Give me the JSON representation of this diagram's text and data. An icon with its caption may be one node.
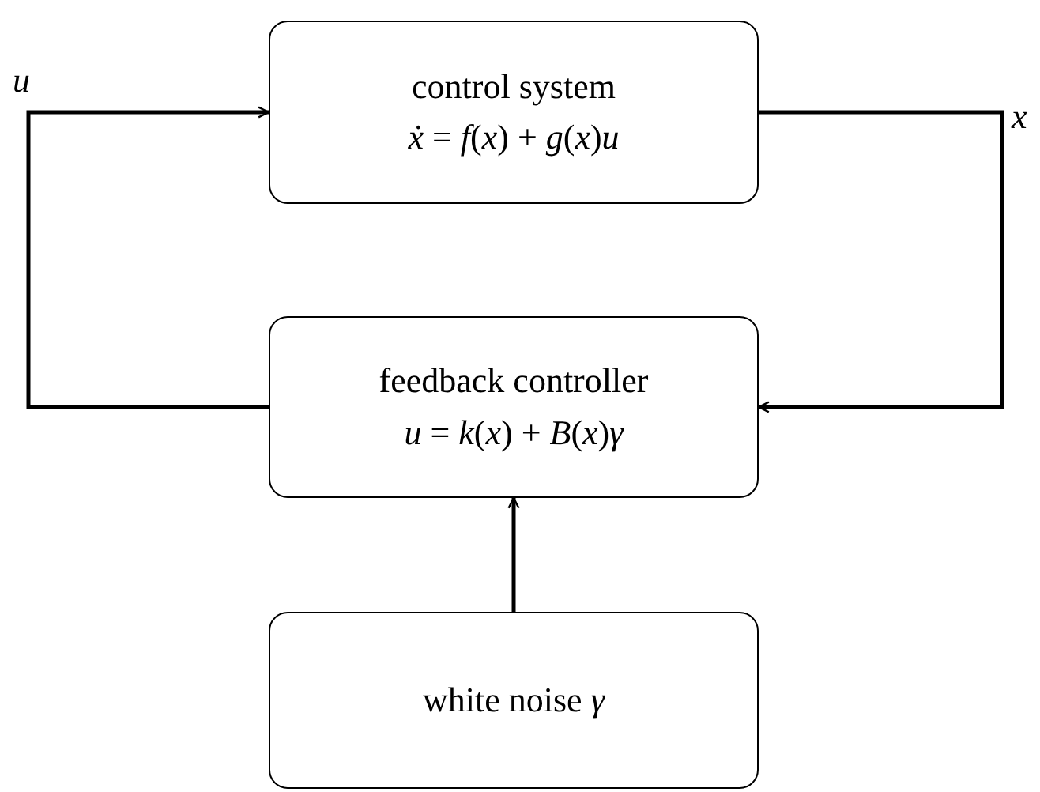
{
  "diagram": {
    "nodes": [
      {
        "text": [
          "control system",
          "*ẋ* = *f*(*x*) + *g*(*x*)*u*"
        ]
      },
      {
        "text": [
          "feedback controller",
          "*u* = *k*(*x*) + *B*(*x*)*γ*"
        ]
      },
      {
        "text": [
          "white noise *γ*"
        ]
      }
    ],
    "edges": [
      {
        "from": 1,
        "to": 0,
        "arrow": "to",
        "label": "*u*"
      },
      {
        "from": 0,
        "to": 1,
        "arrow": "to",
        "label": "*x*"
      },
      {
        "from": 2,
        "to": 1,
        "arrow": "to"
      }
    ]
  }
}
